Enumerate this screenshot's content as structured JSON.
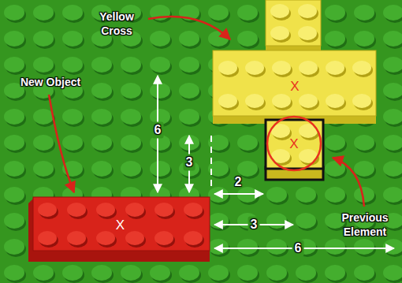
{
  "diagram": {
    "nodes": [
      {
        "text": [
          "X"
        ]
      },
      {
        "text": [
          "X"
        ]
      },
      {
        "text": [
          "X"
        ]
      }
    ],
    "labels": [
      "Yellow Cross",
      "New Object",
      "6",
      "3",
      "2",
      "3",
      "Previous Element",
      "6"
    ]
  }
}
